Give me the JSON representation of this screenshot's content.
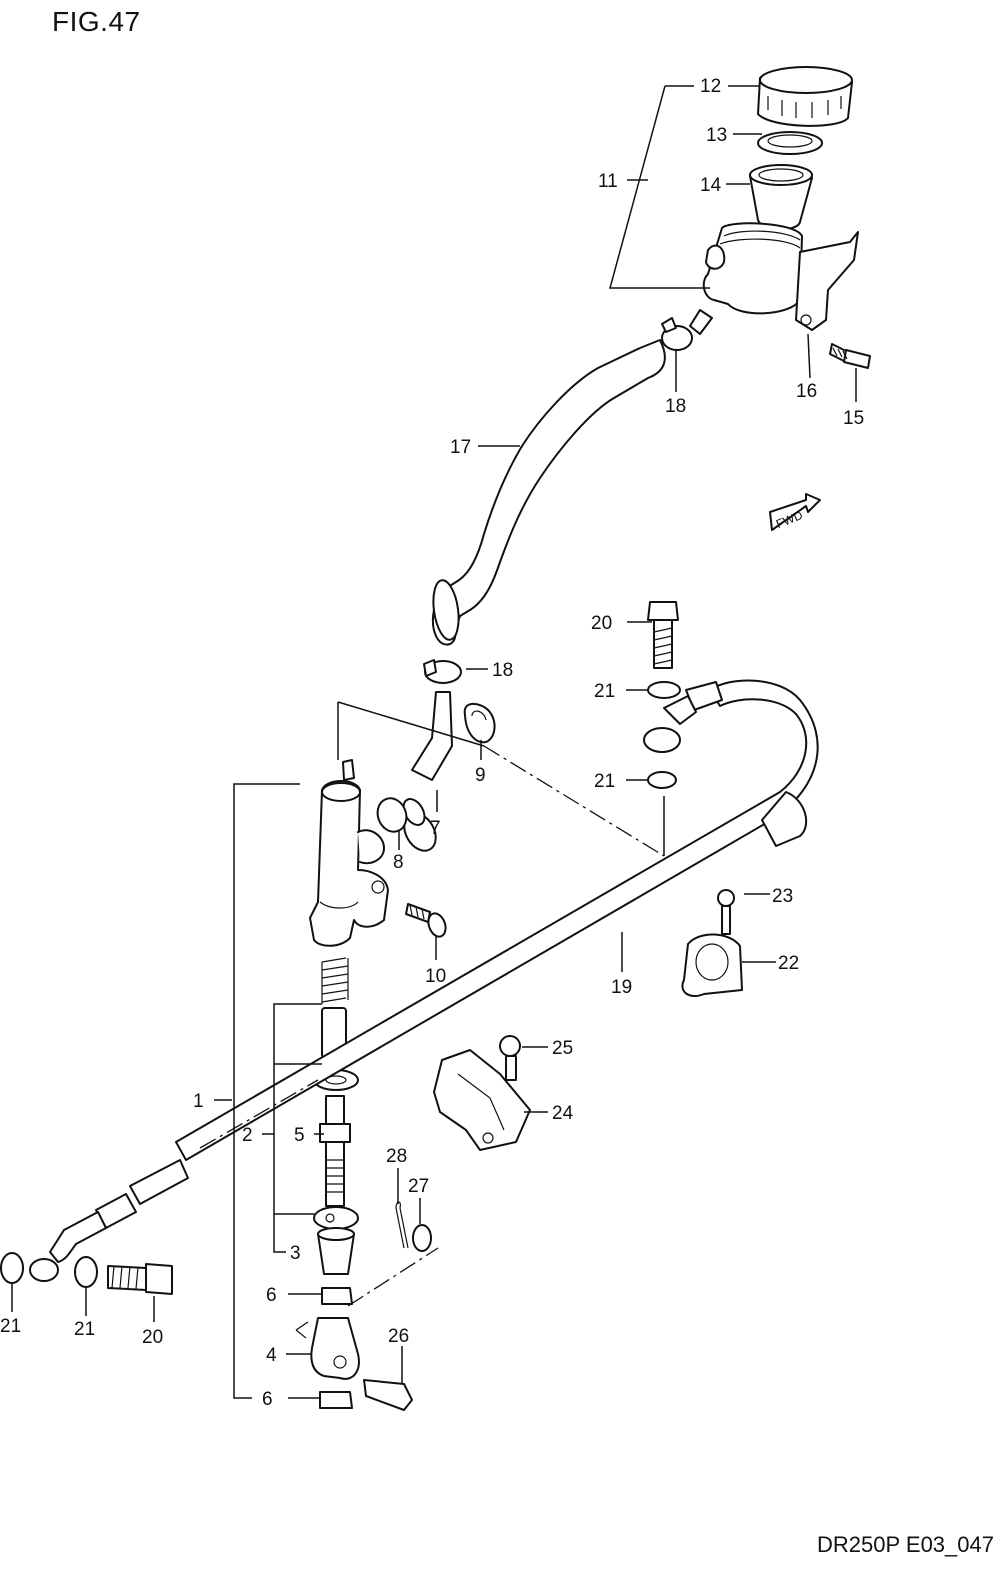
{
  "figure": {
    "title": "FIG.47",
    "footer_code": "DR250P E03_047",
    "fwd_label": "FWD"
  },
  "callouts": {
    "c1": "1",
    "c2": "2",
    "c3": "3",
    "c4": "4",
    "c5": "5",
    "c6a": "6",
    "c6b": "6",
    "c7": "7",
    "c8": "8",
    "c9": "9",
    "c10": "10",
    "c11": "11",
    "c12": "12",
    "c13": "13",
    "c14": "14",
    "c15": "15",
    "c16": "16",
    "c17": "17",
    "c18a": "18",
    "c18b": "18",
    "c19": "19",
    "c20a": "20",
    "c20b": "20",
    "c21a": "21",
    "c21b": "21",
    "c21c": "21",
    "c21d": "21",
    "c22": "22",
    "c23": "23",
    "c24": "24",
    "c25": "25",
    "c26": "26",
    "c27": "27",
    "c28": "28"
  }
}
